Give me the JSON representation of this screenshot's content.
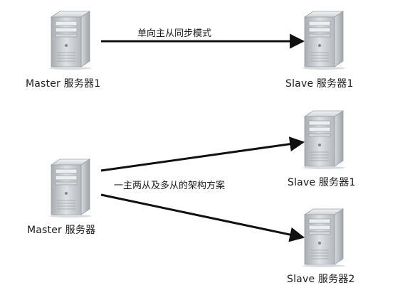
{
  "diagram": {
    "top": {
      "master_label": "Master 服务器1",
      "slave_label": "Slave 服务器1",
      "edge_label": "单向主从同步模式"
    },
    "bottom": {
      "master_label": "Master 服务器",
      "slave1_label": "Slave 服务器1",
      "slave2_label": "Slave 服务器2",
      "edge_label": "一主两从及多从的架构方案"
    }
  },
  "colors": {
    "arrow": "#111111",
    "server_body": "#c9cccf",
    "server_dark": "#8f9499"
  },
  "icons": [
    "server-icon"
  ]
}
